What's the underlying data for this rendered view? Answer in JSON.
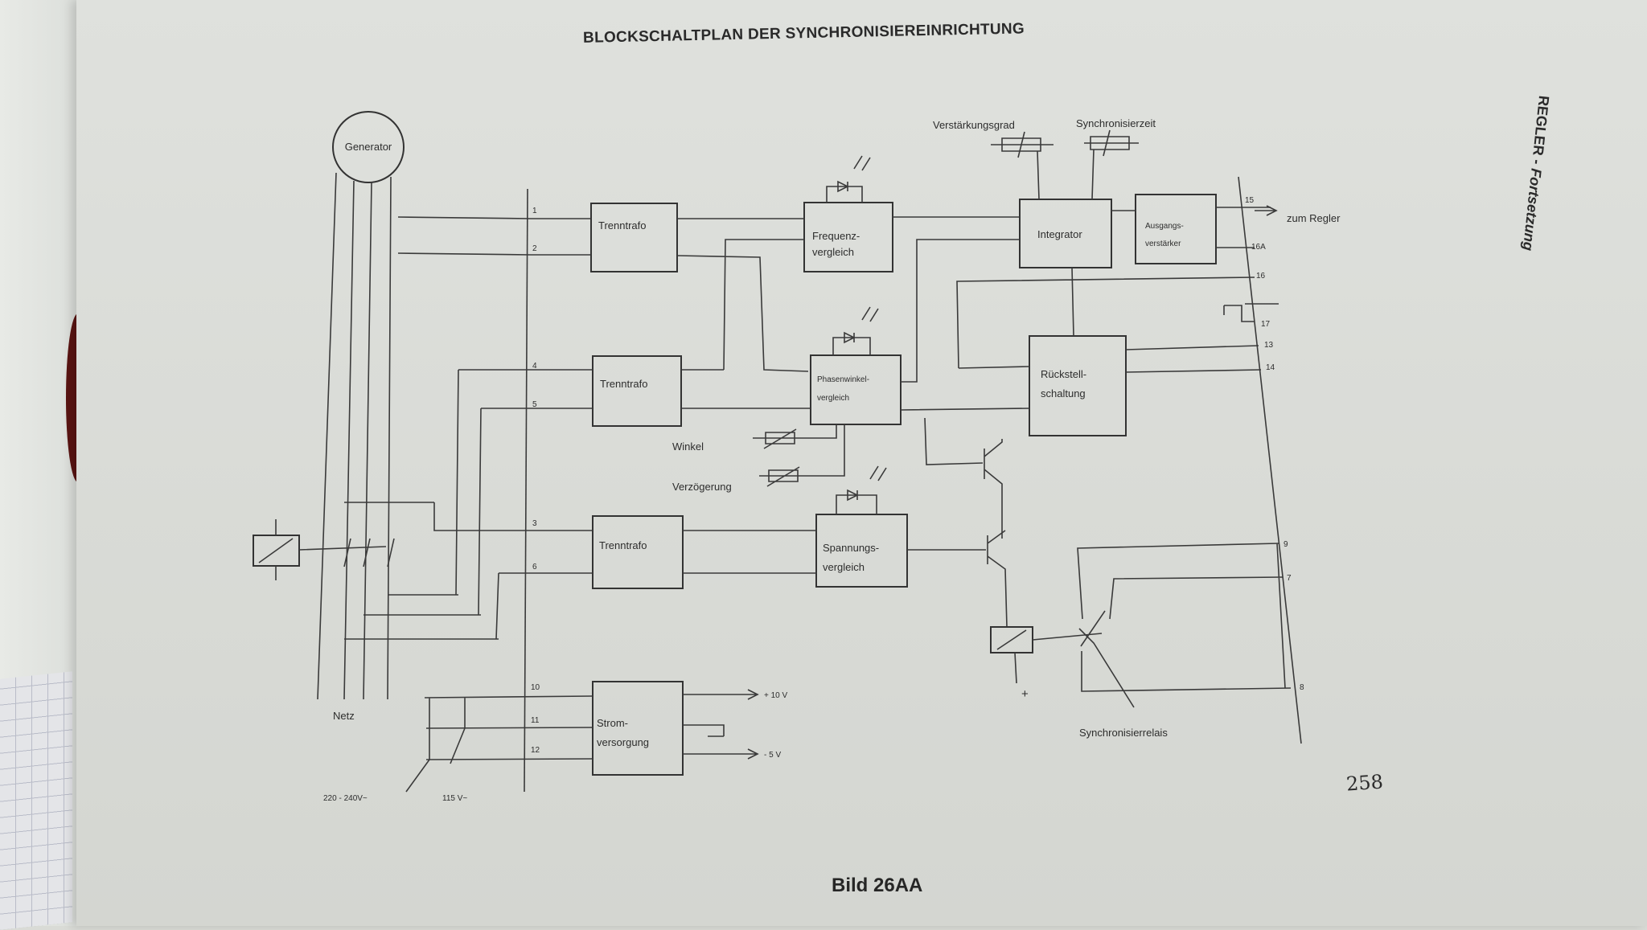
{
  "document": {
    "title": "BLOCKSCHALTPLAN DER SYNCHRONISIEREINRICHTUNG",
    "side_title_bold": "REGLER - ",
    "side_title_italic": "Fortsetzung",
    "caption": "Bild 26AA",
    "page_number": "258"
  },
  "blocks": {
    "generator": "Generator",
    "trenntrafo_1": "Trenntrafo",
    "trenntrafo_2": "Trenntrafo",
    "trenntrafo_3": "Trenntrafo",
    "frequenz_1": "Frequenz-",
    "frequenz_2": "vergleich",
    "phasen_1": "Phasenwinkel-",
    "phasen_2": "vergleich",
    "spannung_1": "Spannungs-",
    "spannung_2": "vergleich",
    "integrator": "Integrator",
    "ausgang_1": "Ausgangs-",
    "ausgang_2": "verstärker",
    "rueckstell_1": "Rückstell-",
    "rueckstell_2": "schaltung",
    "strom_1": "Strom-",
    "strom_2": "versorgung"
  },
  "labels": {
    "verstaerkungsgrad": "Verstärkungsgrad",
    "synchronisierzeit": "Synchronisierzeit",
    "zum_regler": "zum Regler",
    "winkel": "Winkel",
    "verzoegerung": "Verzögerung",
    "netz": "Netz",
    "synchronisierrelais": "Synchronisierrelais",
    "plus": "+",
    "plus_10v": "+ 10 V",
    "minus_5v": "- 5 V",
    "supply_220": "220 - 240V~",
    "supply_115": "115 V~"
  },
  "terminals": {
    "t1": "1",
    "t2": "2",
    "t4": "4",
    "t5": "5",
    "t3": "3",
    "t6": "6",
    "t10": "10",
    "t11": "11",
    "t12": "12",
    "r15": "15",
    "r16a": "16A",
    "r16": "16",
    "r17": "17",
    "r13": "13",
    "r14": "14",
    "r9": "9",
    "r7": "7",
    "r8": "8"
  }
}
